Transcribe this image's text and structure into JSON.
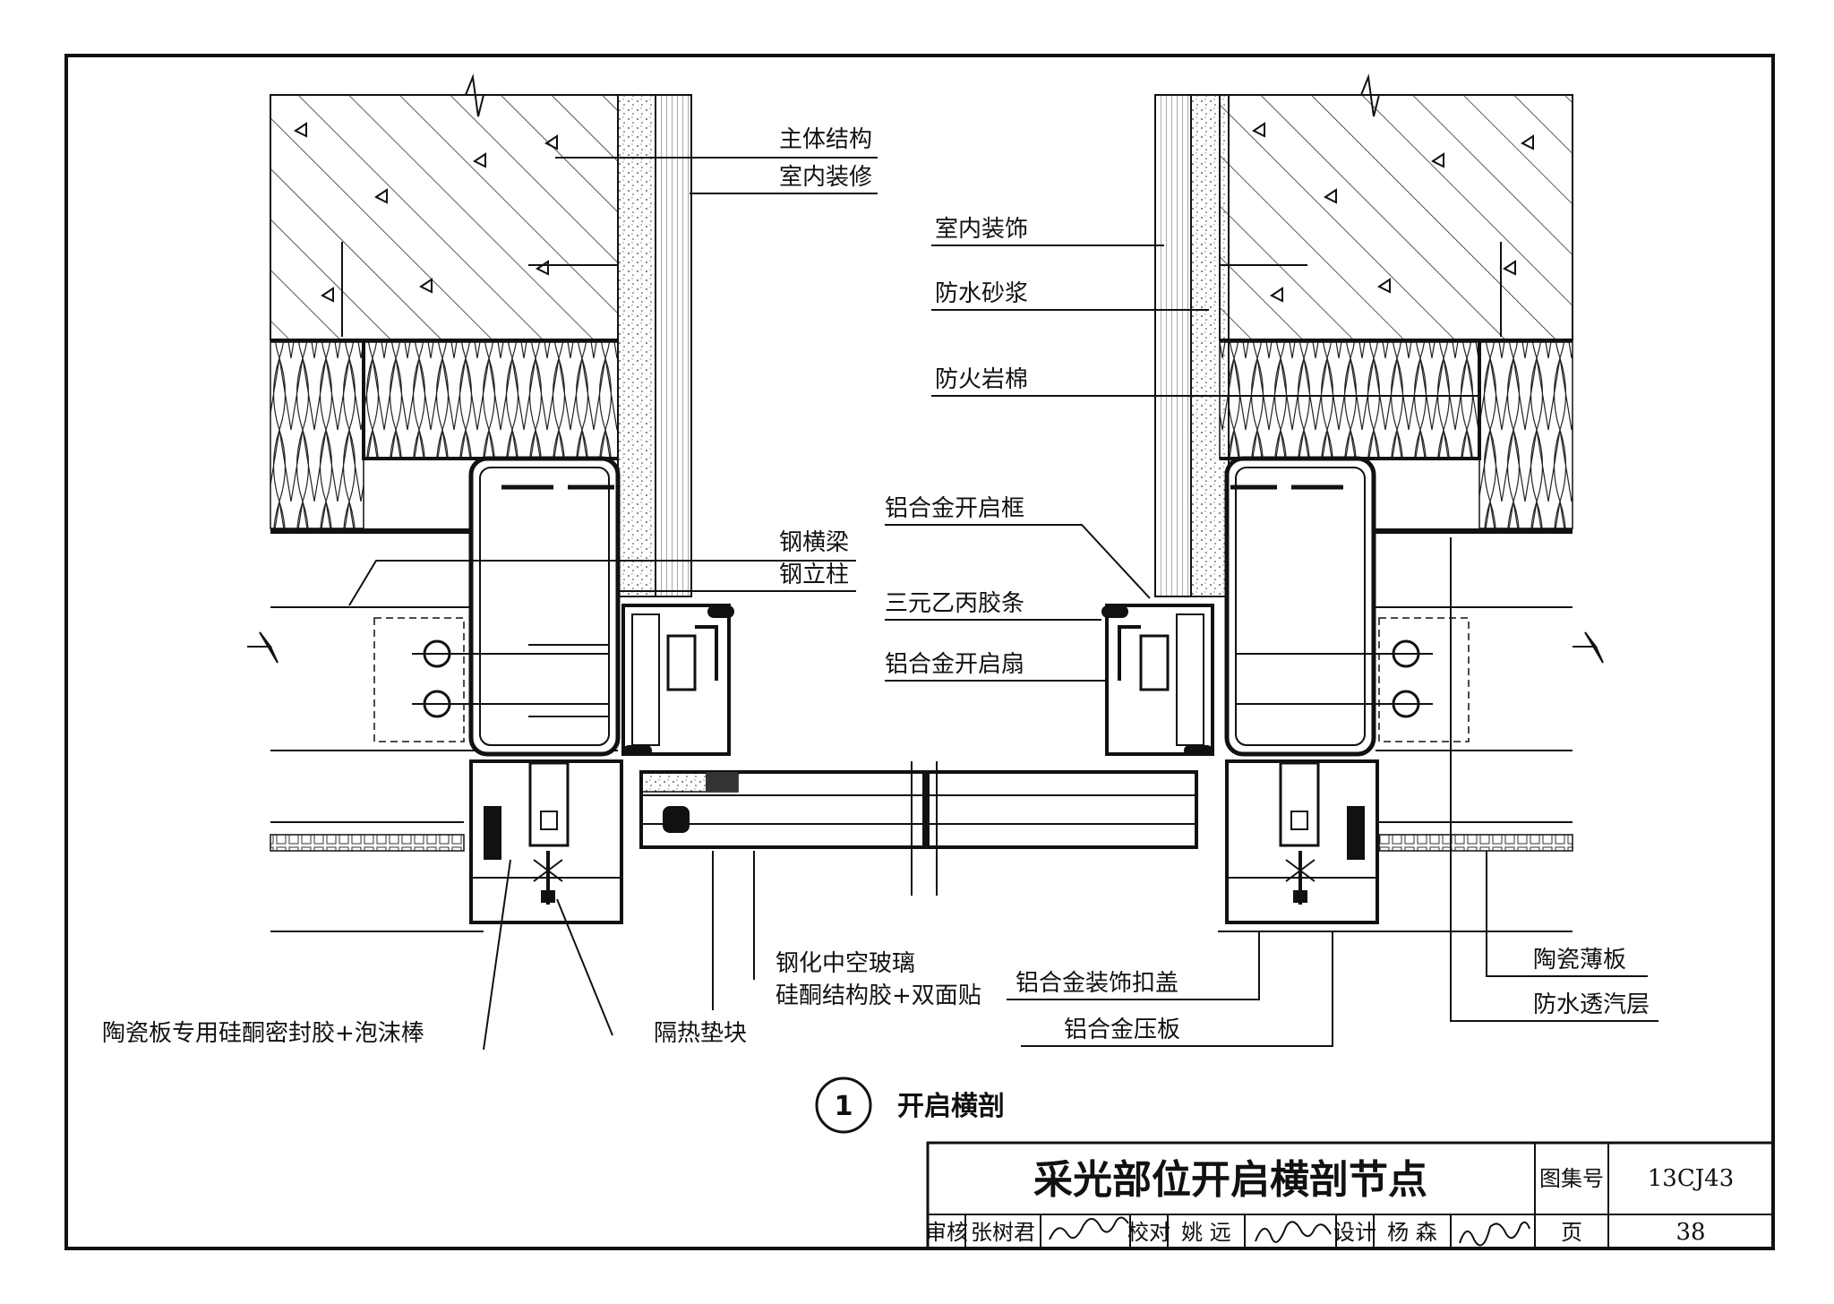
{
  "labels": {
    "main_structure": "主体结构",
    "interior_finish_left": "室内装修",
    "interior_decor_right": "室内装饰",
    "waterproof_mortar": "防水砂浆",
    "fire_rock_wool": "防火岩棉",
    "steel_beam": "钢横梁",
    "steel_column": "钢立柱",
    "alu_open_frame": "铝合金开启框",
    "epdm_strip": "三元乙丙胶条",
    "alu_open_sash": "铝合金开启扇",
    "tempered_igu": "钢化中空玻璃",
    "silicone_struct": "硅酮结构胶+双面贴",
    "ceramic_sealant": "陶瓷板专用硅酮密封胶+泡沫棒",
    "thermal_pad": "隔热垫块",
    "alu_deco_cap": "铝合金装饰扣盖",
    "alu_press_plate": "铝合金压板",
    "ceramic_panel": "陶瓷薄板",
    "waterproof_membrane": "防水透汽层"
  },
  "caption": {
    "number": "1",
    "text": "开启横剖"
  },
  "title_block": {
    "title": "采光部位开启横剖节点",
    "atlas_label": "图集号",
    "atlas_no": "13CJ43",
    "review_label": "审核",
    "reviewer": "张树君",
    "check_label": "校对",
    "checker": "姚 远",
    "design_label": "设计",
    "designer": "杨 森",
    "page_label": "页",
    "page_no": "38"
  }
}
